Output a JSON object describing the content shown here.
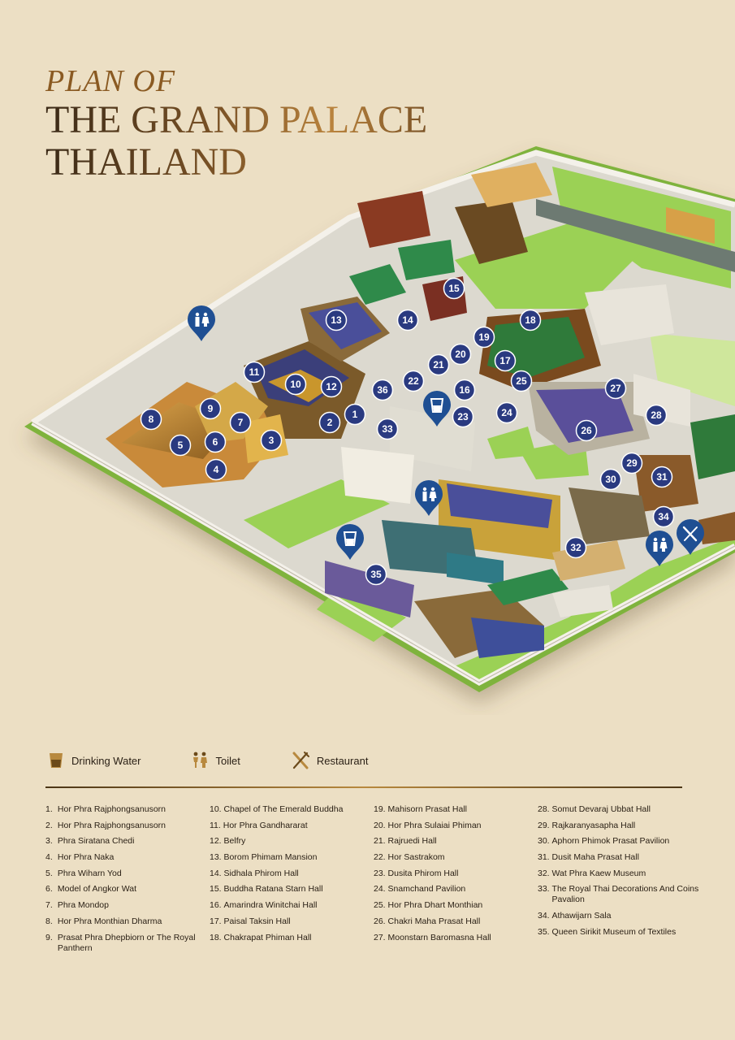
{
  "title": {
    "pre": "PLAN OF",
    "line1": "THE GRAND PALACE",
    "line2": "THAILAND"
  },
  "colors": {
    "background": "#ecdfc4",
    "lawn": "#9bd155",
    "pin": "#2a3a80",
    "marker": "#1f4f93",
    "gold": "#b8893e"
  },
  "legend": [
    {
      "icon": "drinking-water-icon",
      "label": "Drinking Water"
    },
    {
      "icon": "toilet-icon",
      "label": "Toilet"
    },
    {
      "icon": "restaurant-icon",
      "label": "Restaurant"
    }
  ],
  "places": [
    {
      "n": "1.",
      "name": "Hor Phra Rajphongsanusorn"
    },
    {
      "n": "2.",
      "name": "Hor Phra Rajphongsanusorn"
    },
    {
      "n": "3.",
      "name": "Phra Siratana Chedi"
    },
    {
      "n": "4.",
      "name": "Hor Phra Naka"
    },
    {
      "n": "5.",
      "name": "Phra Wiharn Yod"
    },
    {
      "n": "6.",
      "name": "Model of Angkor Wat"
    },
    {
      "n": "7.",
      "name": "Phra Mondop"
    },
    {
      "n": "8.",
      "name": "Hor Phra Monthian Dharma"
    },
    {
      "n": "9.",
      "name": "Prasat Phra Dhepbiorn or The Royal Panthern"
    },
    {
      "n": "10.",
      "name": "Chapel of The Emerald Buddha"
    },
    {
      "n": "11.",
      "name": "Hor Phra Gandhararat"
    },
    {
      "n": "12.",
      "name": "Belfry"
    },
    {
      "n": "13.",
      "name": "Borom Phimam Mansion"
    },
    {
      "n": "14.",
      "name": "Sidhala Phirom Hall"
    },
    {
      "n": "15.",
      "name": "Buddha Ratana Starn Hall"
    },
    {
      "n": "16.",
      "name": "Amarindra Winitchai Hall"
    },
    {
      "n": "17.",
      "name": "Paisal Taksin Hall"
    },
    {
      "n": "18.",
      "name": "Chakrapat Phiman Hall"
    },
    {
      "n": "19.",
      "name": "Mahisorn Prasat Hall"
    },
    {
      "n": "20.",
      "name": "Hor Phra Sulaiai Phiman"
    },
    {
      "n": "21.",
      "name": "Rajruedi Hall"
    },
    {
      "n": "22.",
      "name": "Hor Sastrakom"
    },
    {
      "n": "23.",
      "name": "Dusita Phirom Hall"
    },
    {
      "n": "24.",
      "name": "Snamchand Pavilion"
    },
    {
      "n": "25.",
      "name": "Hor Phra Dhart Monthian"
    },
    {
      "n": "26.",
      "name": "Chakri Maha Prasat Hall"
    },
    {
      "n": "27.",
      "name": "Moonstarn Baromasna Hall"
    },
    {
      "n": "28.",
      "name": "Somut Devaraj Ubbat Hall"
    },
    {
      "n": "29.",
      "name": "Rajkaranyasapha Hall"
    },
    {
      "n": "30.",
      "name": "Aphorn Phimok Prasat Pavilion"
    },
    {
      "n": "31.",
      "name": "Dusit Maha Prasat Hall"
    },
    {
      "n": "32.",
      "name": "Wat Phra Kaew Museum"
    },
    {
      "n": "33.",
      "name": "The Royal Thai Decorations And Coins Pavalion"
    },
    {
      "n": "34.",
      "name": "Athawijarn Sala"
    },
    {
      "n": "35.",
      "name": "Queen Sirikit Museum of Textiles"
    }
  ],
  "map_pins": [
    "1",
    "2",
    "3",
    "4",
    "5",
    "6",
    "7",
    "8",
    "9",
    "10",
    "11",
    "12",
    "13",
    "14",
    "15",
    "16",
    "17",
    "18",
    "19",
    "20",
    "21",
    "22",
    "23",
    "24",
    "25",
    "26",
    "27",
    "28",
    "29",
    "30",
    "31",
    "32",
    "33",
    "34",
    "35",
    "36"
  ],
  "map_markers": [
    {
      "type": "toilet",
      "icon": "toilet-icon"
    },
    {
      "type": "water",
      "icon": "drinking-water-icon"
    },
    {
      "type": "toilet",
      "icon": "toilet-icon"
    },
    {
      "type": "water",
      "icon": "drinking-water-icon"
    },
    {
      "type": "toilet",
      "icon": "toilet-icon"
    },
    {
      "type": "restaurant",
      "icon": "restaurant-icon"
    }
  ]
}
